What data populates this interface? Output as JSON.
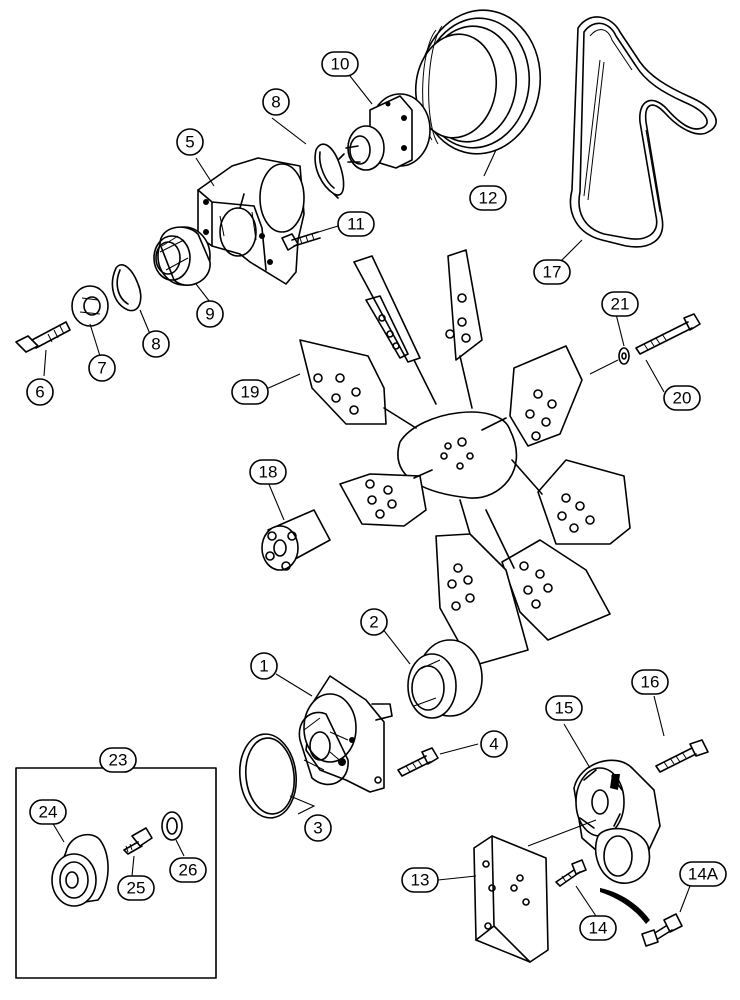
{
  "callouts": [
    {
      "id": "1",
      "label": "1"
    },
    {
      "id": "2",
      "label": "2"
    },
    {
      "id": "3",
      "label": "3"
    },
    {
      "id": "4",
      "label": "4"
    },
    {
      "id": "5",
      "label": "5"
    },
    {
      "id": "6",
      "label": "6"
    },
    {
      "id": "7",
      "label": "7"
    },
    {
      "id": "8a",
      "label": "8"
    },
    {
      "id": "8b",
      "label": "8"
    },
    {
      "id": "9",
      "label": "9"
    },
    {
      "id": "10",
      "label": "10"
    },
    {
      "id": "11",
      "label": "11"
    },
    {
      "id": "12",
      "label": "12"
    },
    {
      "id": "13",
      "label": "13"
    },
    {
      "id": "14",
      "label": "14"
    },
    {
      "id": "14A",
      "label": "14A"
    },
    {
      "id": "15",
      "label": "15"
    },
    {
      "id": "16",
      "label": "16"
    },
    {
      "id": "17",
      "label": "17"
    },
    {
      "id": "18",
      "label": "18"
    },
    {
      "id": "19",
      "label": "19"
    },
    {
      "id": "20",
      "label": "20"
    },
    {
      "id": "21",
      "label": "21"
    },
    {
      "id": "23",
      "label": "23"
    },
    {
      "id": "24",
      "label": "24"
    },
    {
      "id": "25",
      "label": "25"
    },
    {
      "id": "26",
      "label": "26"
    }
  ]
}
